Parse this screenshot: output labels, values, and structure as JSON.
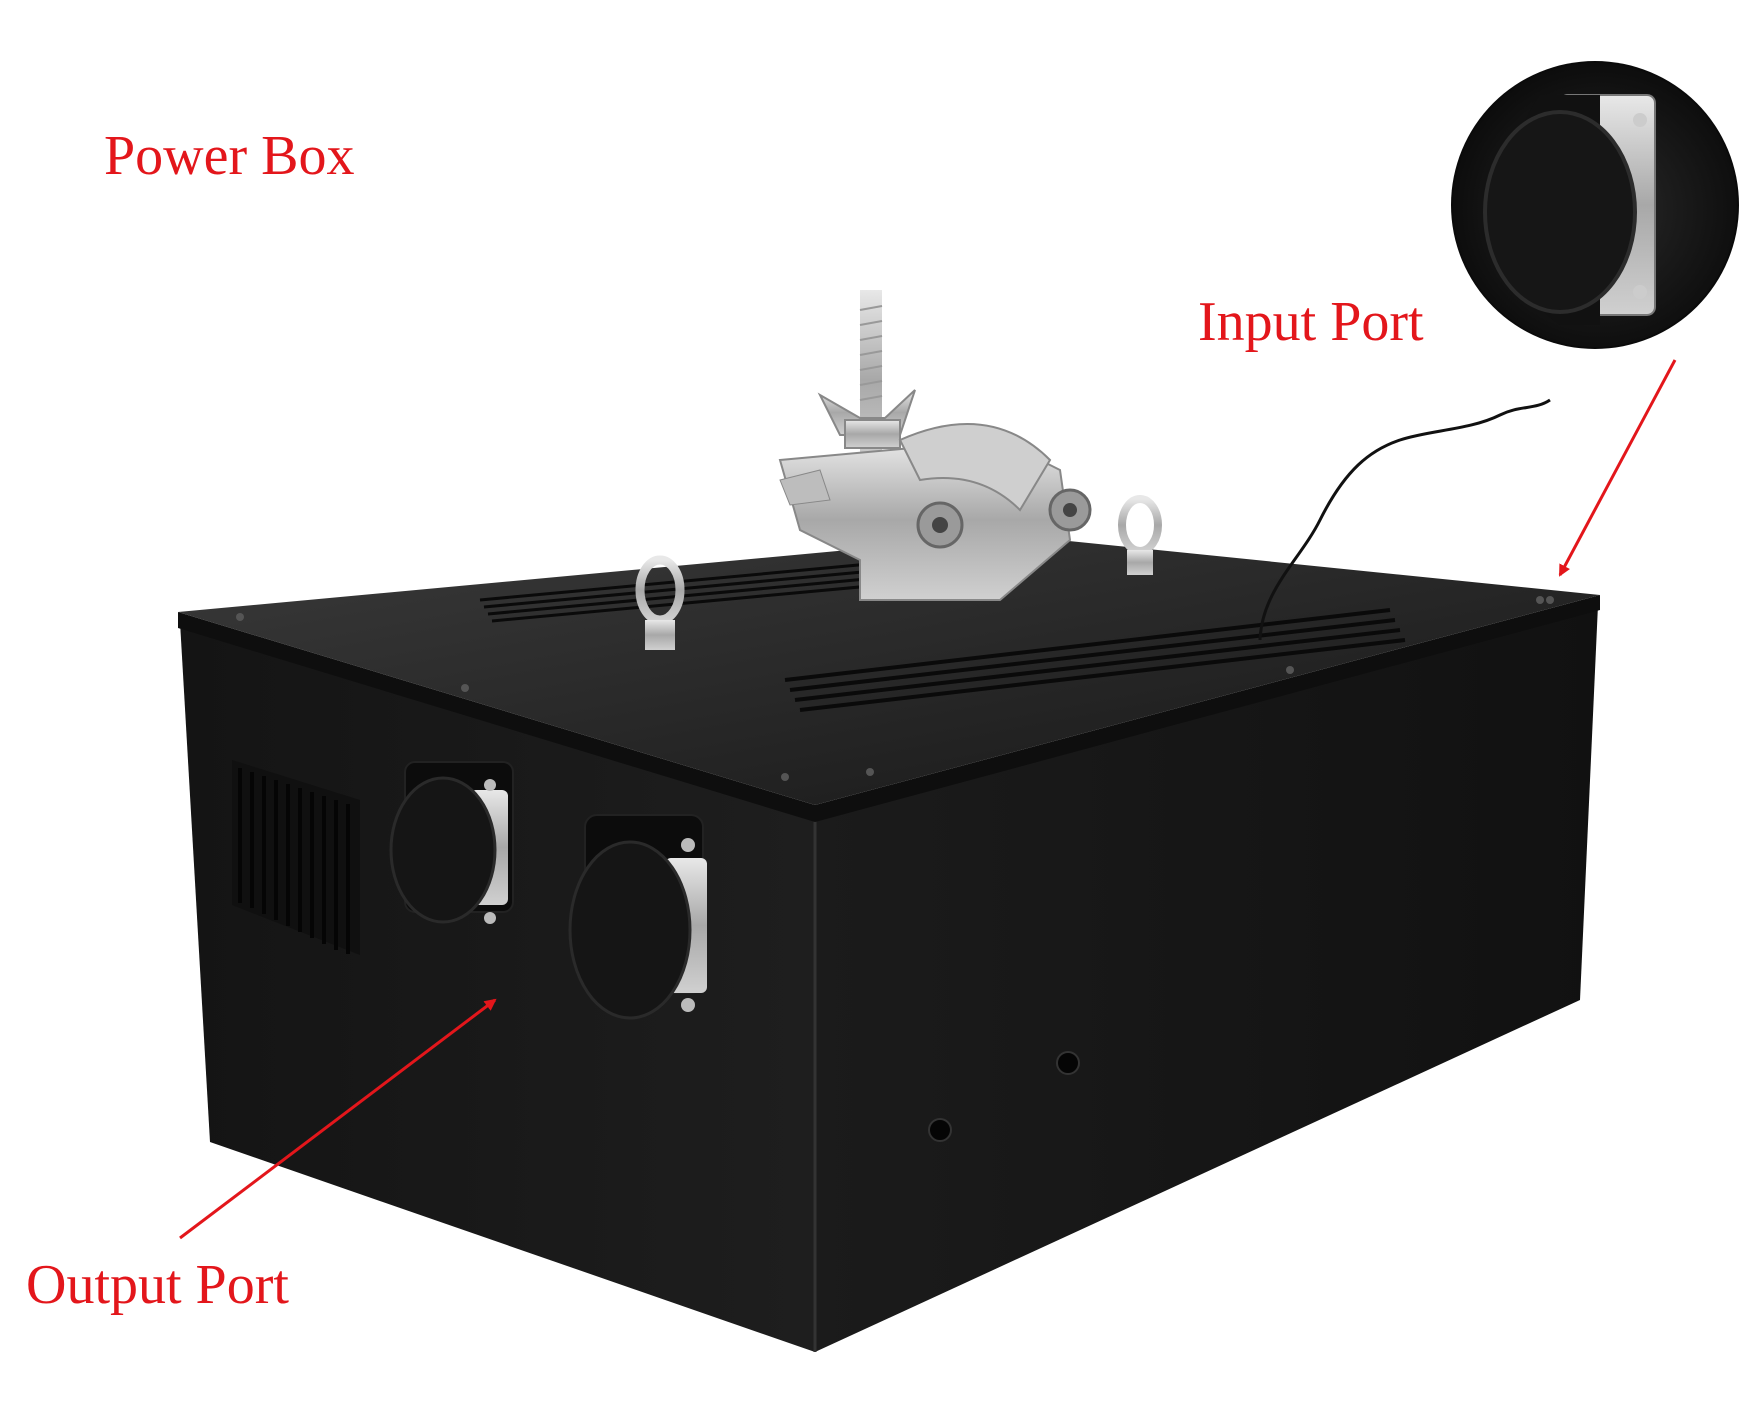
{
  "labels": {
    "power_box": "Power Box",
    "input_port": "Input Port",
    "output_port": "Output Port"
  },
  "colors": {
    "annotation": "#e3161b",
    "box_body": "#1a1a1a",
    "background": "#ffffff"
  },
  "icons": {
    "input_inset": "round-port-closeup",
    "clamp": "truss-clamp",
    "eyebolt": "eye-bolt"
  }
}
